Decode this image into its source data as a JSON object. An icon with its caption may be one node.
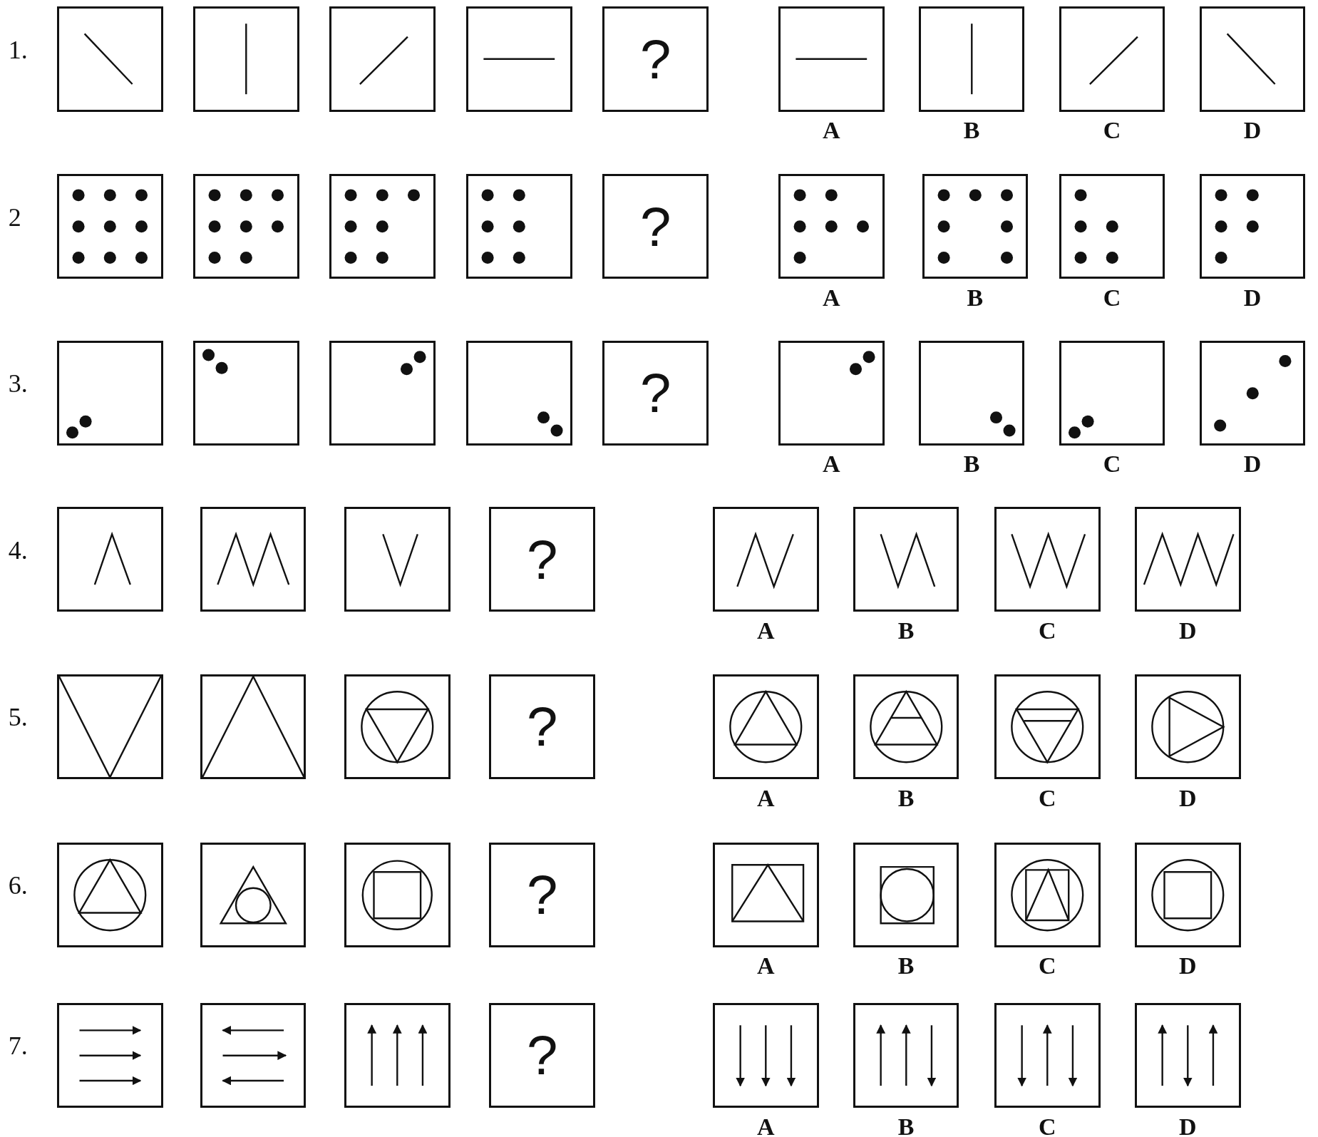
{
  "diagram": {
    "nodes": [
      {
        "text": [],
        "shape": "box"
      },
      {
        "text": [],
        "shape": "box"
      },
      {
        "text": [],
        "shape": "box"
      },
      {
        "text": [],
        "shape": "box"
      },
      {
        "text": [
          "?"
        ]
      },
      {
        "text": [],
        "shape": "box",
        "beside": [
          "A"
        ]
      },
      {
        "text": [],
        "shape": "box",
        "beside": [
          "B"
        ]
      },
      {
        "text": [],
        "shape": "box",
        "beside": [
          "C"
        ]
      },
      {
        "text": [],
        "shape": "box",
        "beside": [
          "D"
        ]
      },
      {
        "text": [],
        "shape": "box"
      },
      {
        "text": [],
        "shape": "box"
      },
      {
        "text": [],
        "shape": "box"
      },
      {
        "text": [],
        "shape": "box"
      },
      {
        "text": [
          "?"
        ]
      },
      {
        "text": [],
        "shape": "box",
        "beside": [
          "A"
        ]
      },
      {
        "text": [],
        "shape": "box",
        "beside": [
          "B"
        ]
      },
      {
        "text": [],
        "shape": "box",
        "beside": [
          "C"
        ]
      },
      {
        "text": [],
        "shape": "box",
        "beside": [
          "D"
        ]
      },
      {
        "text": [],
        "shape": "box"
      },
      {
        "text": [],
        "shape": "box"
      },
      {
        "text": [],
        "shape": "box"
      },
      {
        "text": [],
        "shape": "box"
      },
      {
        "text": [
          "?"
        ]
      },
      {
        "text": [],
        "shape": "box",
        "beside": [
          "A"
        ]
      },
      {
        "text": [],
        "shape": "box",
        "beside": [
          "B"
        ]
      },
      {
        "text": [],
        "shape": "box",
        "beside": [
          "C"
        ]
      },
      {
        "text": [],
        "shape": "box",
        "beside": [
          "D"
        ]
      },
      {
        "text": [],
        "shape": "box"
      },
      {
        "text": [],
        "shape": "box"
      },
      {
        "text": [],
        "shape": "box"
      },
      {
        "text": [
          "?"
        ]
      },
      {
        "text": [],
        "shape": "box",
        "beside": [
          "A"
        ]
      },
      {
        "text": [],
        "shape": "box",
        "beside": [
          "B"
        ]
      },
      {
        "text": [],
        "shape": "box",
        "beside": [
          "C"
        ]
      },
      {
        "text": [],
        "shape": "box",
        "beside": [
          "D"
        ]
      },
      {
        "text": [],
        "shape": "box"
      },
      {
        "text": [],
        "shape": "box"
      },
      {
        "text": [],
        "shape": "box"
      },
      {
        "text": [
          "?"
        ]
      },
      {
        "text": [],
        "shape": "box",
        "beside": [
          "A"
        ]
      },
      {
        "text": [],
        "shape": "box",
        "beside": [
          "B"
        ]
      },
      {
        "text": [],
        "shape": "box",
        "beside": [
          "C"
        ]
      },
      {
        "text": [],
        "shape": "box",
        "beside": [
          "D"
        ]
      },
      {
        "text": [],
        "shape": "box"
      },
      {
        "text": [],
        "shape": "box"
      },
      {
        "text": [],
        "shape": "box"
      },
      {
        "text": [
          "?"
        ]
      },
      {
        "text": [],
        "shape": "box",
        "beside": [
          "A"
        ]
      },
      {
        "text": [],
        "shape": "box",
        "beside": [
          "B"
        ]
      },
      {
        "text": [],
        "shape": "box",
        "beside": [
          "C"
        ]
      },
      {
        "text": [],
        "shape": "box",
        "beside": [
          "D"
        ]
      },
      {
        "text": [],
        "shape": "box"
      },
      {
        "text": [],
        "shape": "box"
      },
      {
        "text": [],
        "shape": "box"
      },
      {
        "text": [
          "?"
        ]
      },
      {
        "text": [],
        "shape": "box",
        "beside": [
          "A"
        ]
      },
      {
        "text": [],
        "shape": "box",
        "beside": [
          "B"
        ]
      },
      {
        "text": [],
        "shape": "box",
        "beside": [
          "C"
        ]
      },
      {
        "text": [],
        "shape": "box",
        "beside": [
          "D"
        ]
      }
    ],
    "labels": [
      "1.",
      "2",
      "3.",
      "4.",
      "5.",
      "6.",
      "7."
    ]
  }
}
